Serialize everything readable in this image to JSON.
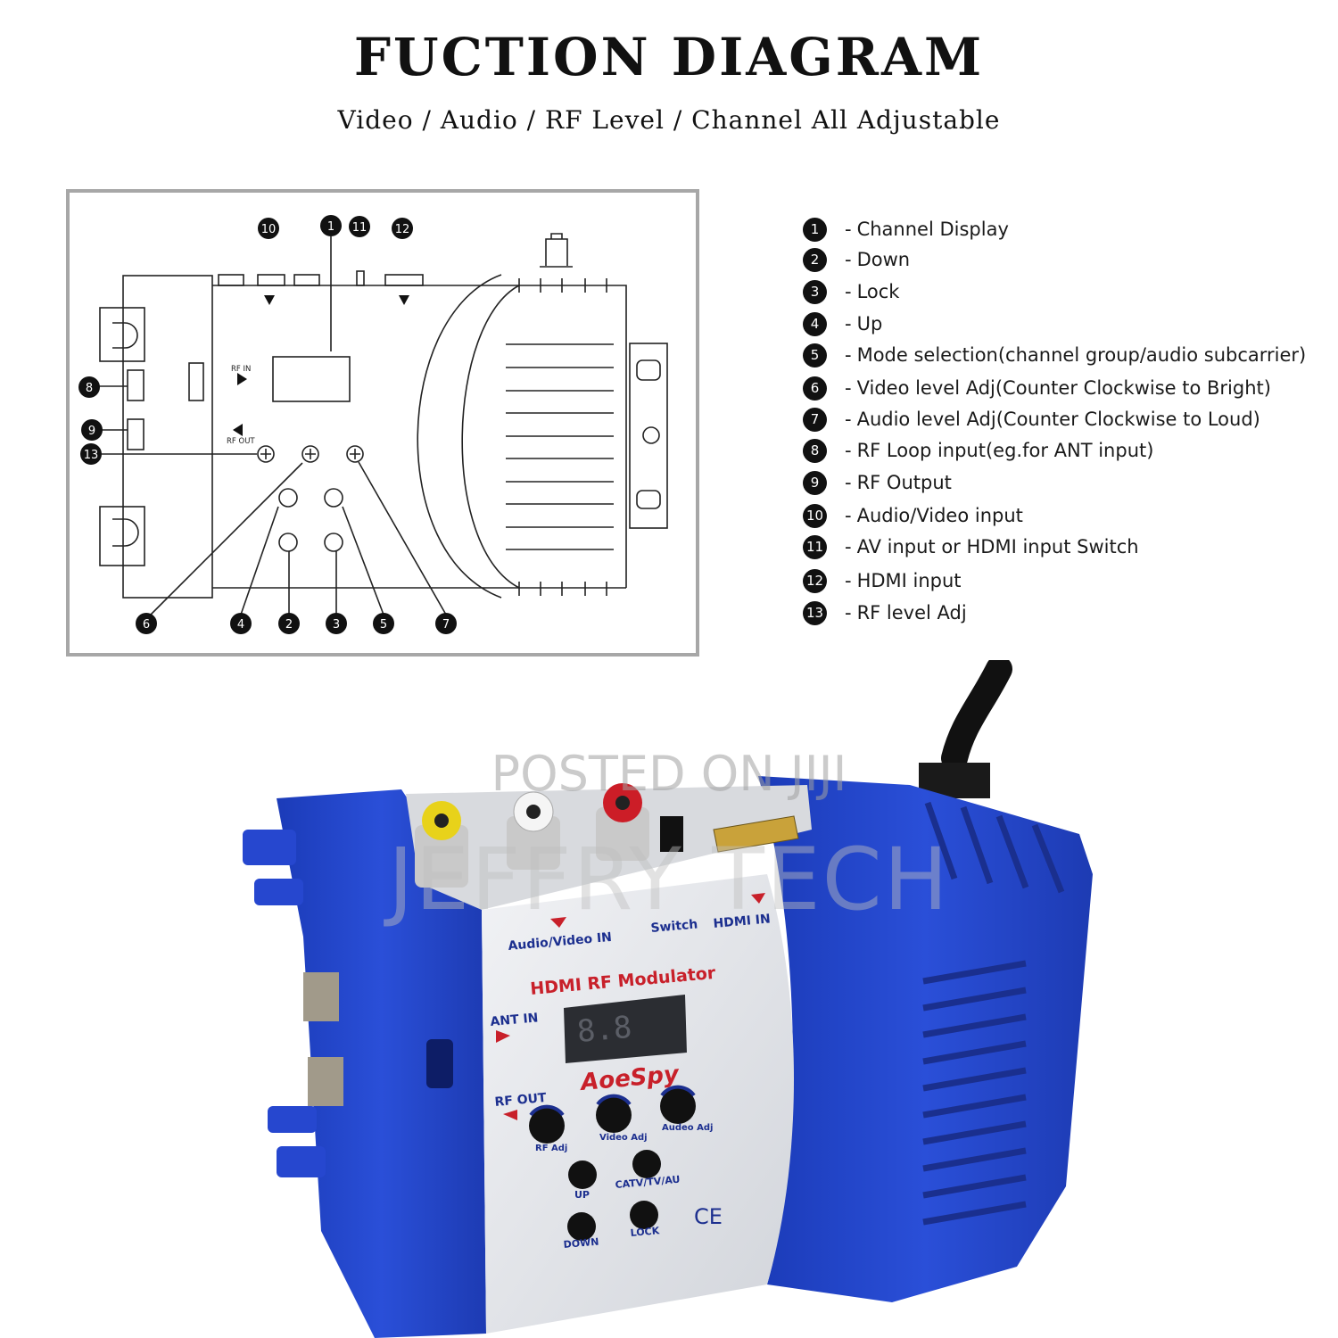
{
  "header": {
    "title": "FUCTION DIAGRAM",
    "subtitle": "Video / Audio / RF Level / Channel All Adjustable"
  },
  "diagram": {
    "labels": {
      "rf_in": "RF IN",
      "rf_out": "RF OUT"
    },
    "callouts": [
      "1",
      "2",
      "3",
      "4",
      "5",
      "6",
      "7",
      "8",
      "9",
      "10",
      "11",
      "12",
      "13"
    ]
  },
  "legend": [
    {
      "num": "1",
      "text": "Channel Display"
    },
    {
      "num": "2",
      "text": "Down"
    },
    {
      "num": "3",
      "text": "Lock"
    },
    {
      "num": "4",
      "text": "Up"
    },
    {
      "num": "5",
      "text": "Mode selection(channel group/audio subcarrier)"
    },
    {
      "num": "6",
      "text": "Video level Adj(Counter Clockwise to Bright)"
    },
    {
      "num": "7",
      "text": "Audio level Adj(Counter Clockwise to Loud)"
    },
    {
      "num": "8",
      "text": "RF Loop input(eg.for ANT input)"
    },
    {
      "num": "9",
      "text": "RF Output"
    },
    {
      "num": "10",
      "text": "Audio/Video input"
    },
    {
      "num": "11",
      "text": "AV input or HDMI input Switch"
    },
    {
      "num": "12",
      "text": "HDMI input"
    },
    {
      "num": "13",
      "text": "RF level Adj"
    }
  ],
  "legend_dash": "-",
  "product": {
    "label_av_in": "Audio/Video IN",
    "label_switch": "Switch",
    "label_hdmi_in": "HDMI IN",
    "label_model": "HDMI RF Modulator",
    "label_ant_in": "ANT IN",
    "label_rf_out": "RF OUT",
    "label_brand": "AoeSpy",
    "label_rf_adj": "RF Adj",
    "label_video_adj": "Video Adj",
    "label_audio_adj": "Audeo Adj",
    "label_up": "UP",
    "label_mode": "CATV/TV/AU",
    "label_down": "DOWN",
    "label_lock": "LOCK",
    "label_ce": "CE",
    "display_value": "8.8"
  },
  "watermark": {
    "line1": "POSTED ON JIJI",
    "line2": "JEFFRY TECH"
  },
  "colors": {
    "housing_blue": "#1f3fc4",
    "housing_dark": "#13287f",
    "panel": "#e4e6ea",
    "brand_red": "#c8202a"
  }
}
